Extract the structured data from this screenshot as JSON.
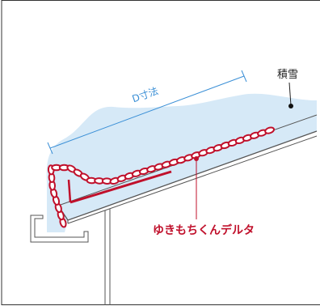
{
  "labels": {
    "dimension": "D寸法",
    "snow": "積雪",
    "product": "ゆきもちくんデルタ"
  },
  "colors": {
    "snow": "#d6e9f7",
    "dimension": "#3a8fd6",
    "product": "#c0102b",
    "line": "#555555"
  }
}
